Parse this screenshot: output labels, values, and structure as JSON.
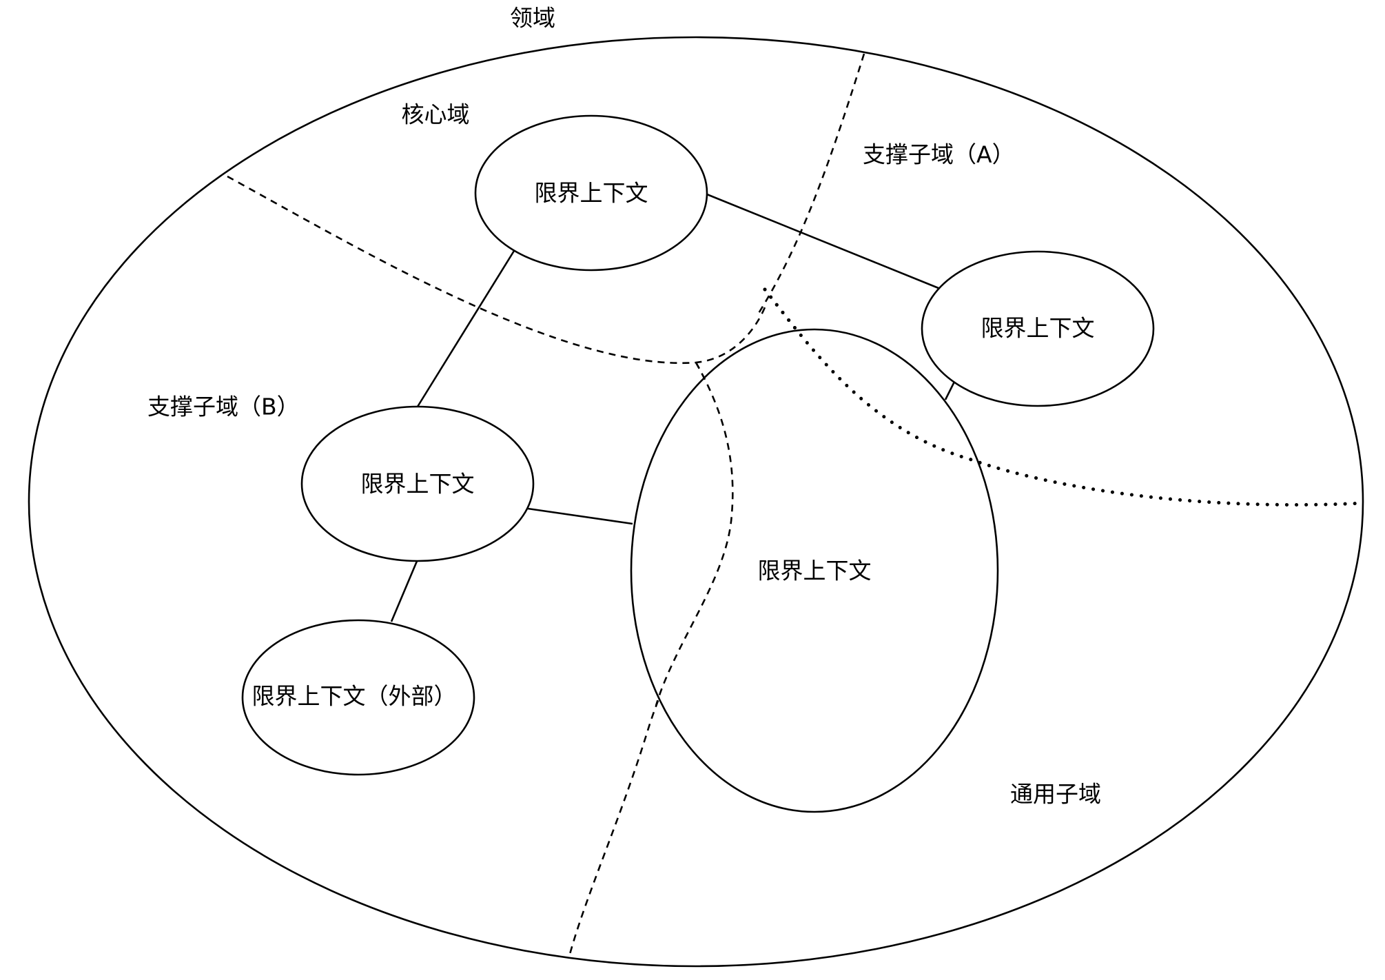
{
  "domain_title": "领域",
  "subdomains": {
    "core": "核心域",
    "support_a": "支撑子域（A）",
    "support_b": "支撑子域（B）",
    "generic": "通用子域"
  },
  "contexts": {
    "core": "限界上下文",
    "support_a": "限界上下文",
    "support_b": "限界上下文",
    "external": "限界上下文（外部）",
    "shared": "限界上下文"
  },
  "colors": {
    "line": "#000000",
    "background": "#ffffff"
  }
}
